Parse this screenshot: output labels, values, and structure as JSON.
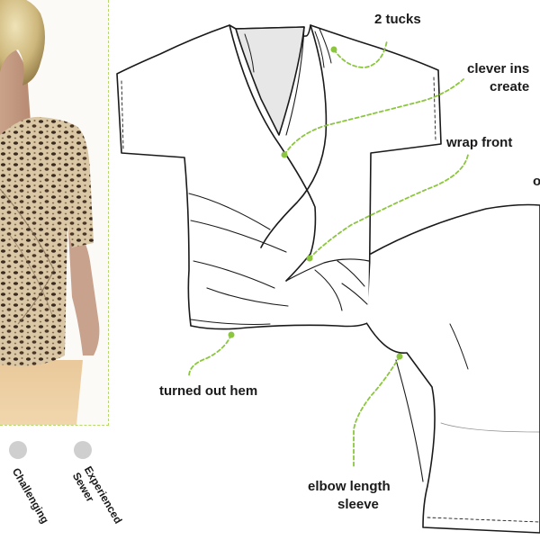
{
  "callouts": {
    "tucks": "2 tucks",
    "clever_line1": "clever ins",
    "clever_line2": "create",
    "wrap_front": "wrap front",
    "edge_letter": "o",
    "turned_out_hem": "turned out hem",
    "elbow_line1": "elbow length",
    "elbow_line2": "sleeve"
  },
  "difficulty": {
    "levels": [
      "Challenging",
      "Experienced Sewer"
    ],
    "line1": "Experienced",
    "line2": "Sewer"
  },
  "colors": {
    "accent": "#8cc63f",
    "dot": "#cfcfcf",
    "line": "#1a1a1a"
  }
}
